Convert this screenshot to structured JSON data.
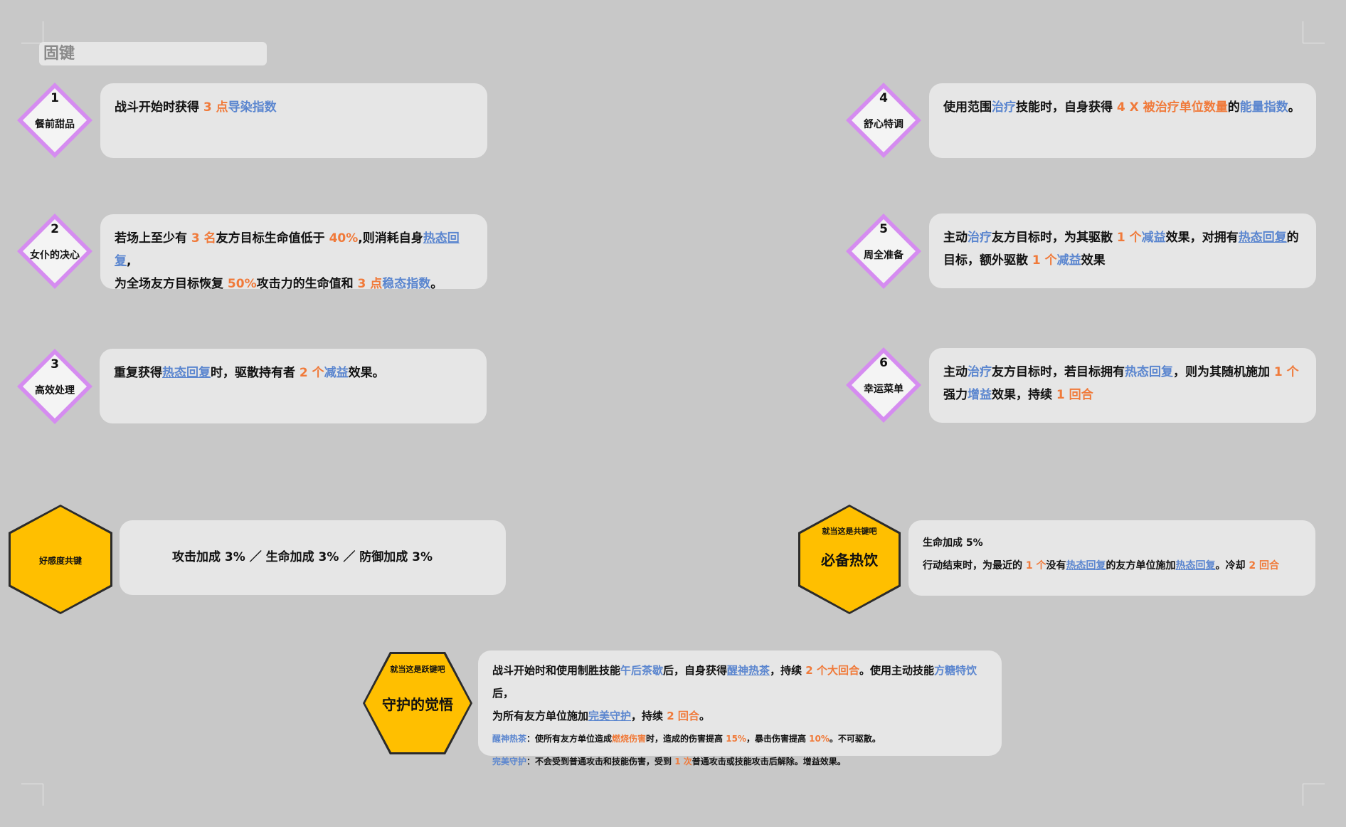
{
  "title": "固键",
  "colors": {
    "orange": "#f07a3a",
    "blue": "#5b86cf",
    "hexFill": "#ffbf00",
    "diamondAccent": "#d58cf0"
  },
  "nodes": [
    {
      "num": "1",
      "name": "餐前甜品"
    },
    {
      "num": "2",
      "name": "女仆的决心"
    },
    {
      "num": "3",
      "name": "高效处理"
    },
    {
      "num": "4",
      "name": "舒心特调"
    },
    {
      "num": "5",
      "name": "周全准备"
    },
    {
      "num": "6",
      "name": "幸运菜单"
    }
  ],
  "cards": {
    "c1": {
      "a": "战斗开始时获得 ",
      "b": "3 点",
      "c": "导染指数"
    },
    "c2": {
      "a": "若场上至少有 ",
      "b": "3 名",
      "c": "友方目标生命值低于 ",
      "d": "40%",
      "e": ",则消耗自身",
      "f": "热态回复",
      "g": ",",
      "h": "为全场友方目标恢复 ",
      "i": "50%",
      "j": "攻击力的生命值和 ",
      "k": "3 点",
      "l": "稳态指数",
      "m": "。"
    },
    "c3": {
      "a": "重复获得",
      "b": "热态回复",
      "c": "时，驱散持有者 ",
      "d": "2 个",
      "e": "减益",
      "f": "效果。"
    },
    "c4": {
      "a": "使用范围",
      "b": "治疗",
      "c": "技能时，自身获得 ",
      "d": "4 X 被治疗单位数量",
      "e": "的",
      "f": "能量指数",
      "g": "。"
    },
    "c5": {
      "a": "主动",
      "b": "治疗",
      "c": "友方目标时，为其驱散 ",
      "d": "1 个",
      "e": "减益",
      "f": "效果，对拥有",
      "g": "热态回复",
      "h": "的",
      "i": "目标，额外驱散 ",
      "j": "1 个",
      "k": "减益",
      "l": "效果"
    },
    "c6": {
      "a": "主动",
      "b": "治疗",
      "c": "友方目标时，若目标拥有",
      "d": "热态回复",
      "e": "，则为其随机施加 ",
      "f": "1 个",
      "g": "强力",
      "h": "增益",
      "i": "效果，持续 ",
      "j": "1 回合"
    }
  },
  "hexes": {
    "affection": {
      "label": "好感度共键",
      "text": "攻击加成 3% ／ 生命加成 3% ／ 防御加成 3%"
    },
    "drink": {
      "small": "就当这是共键吧",
      "big": "必备热饮",
      "line1": "生命加成 5%",
      "l2a": "行动结束时，为最近的 ",
      "l2b": "1 个",
      "l2c": "没有",
      "l2d": "热态回复",
      "l2e": "的友方单位施加",
      "l2f": "热态回复",
      "l2g": "。冷却 ",
      "l2h": "2 回合"
    },
    "guard": {
      "small": "就当这是跃键吧",
      "big": "守护的觉悟",
      "l1a": "战斗开始时和使用制胜技能",
      "l1b": "午后茶歇",
      "l1c": "后，自身获得",
      "l1d": "醒神热茶",
      "l1e": "，持续 ",
      "l1f": "2 个大回合",
      "l1g": "。使用主动技能",
      "l1h": "方糖特饮",
      "l1i": "后，",
      "l2a": "为所有友方单位施加",
      "l2b": "完美守护",
      "l2c": "，持续 ",
      "l2d": "2 回合",
      "l2e": "。",
      "l3a": "醒神热茶",
      "l3b": "：使所有友方单位造成",
      "l3c": "燃烧伤害",
      "l3d": "时，造成的伤害提高 ",
      "l3e": "15%",
      "l3f": "，暴击伤害提高 ",
      "l3g": "10%",
      "l3h": "。不可驱散。",
      "l4a": "完美守护",
      "l4b": "：不会受到普通攻击和技能伤害，受到 ",
      "l4c": "1 次",
      "l4d": "普通攻击或技能攻击后解除。增益效果。"
    }
  }
}
